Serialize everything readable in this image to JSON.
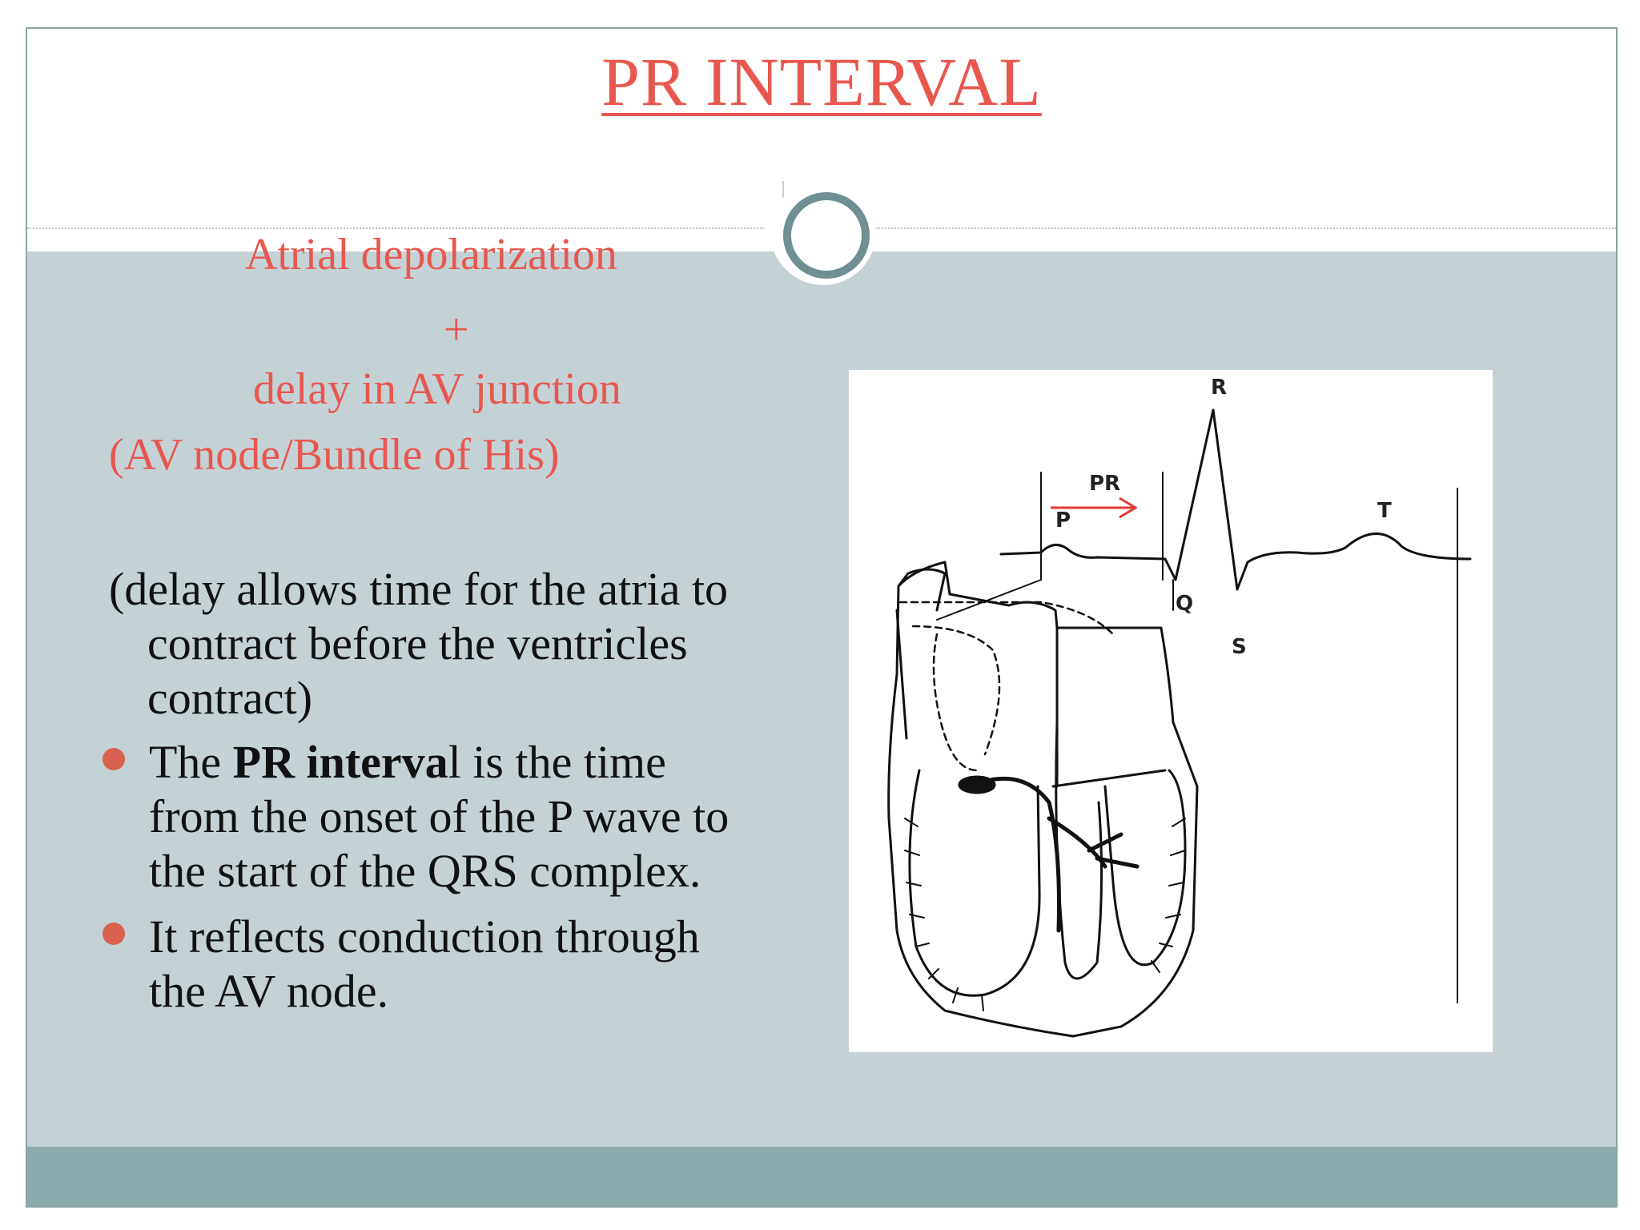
{
  "title": "PR INTERVAL",
  "definition": {
    "line1": "Atrial depolarization",
    "plus": "+",
    "line2": "delay in AV junction",
    "line3": "(AV node/Bundle of His)"
  },
  "note": {
    "line1": "(delay allows time for the atria to",
    "line2": "contract before the ventricles",
    "line3": "contract)"
  },
  "bullets": [
    {
      "prefix": "The ",
      "bold": "PR interva",
      "rest1": "l is the time",
      "line2": "from the onset of the P wave to",
      "line3": "the start of the QRS complex."
    },
    {
      "line1": "It reflects conduction through",
      "line2": "the AV node."
    }
  ],
  "figure": {
    "labels": {
      "p": "P",
      "q": "Q",
      "r": "R",
      "s": "S",
      "t": "T",
      "pr": "PR"
    }
  },
  "colors": {
    "accent": "#e8574f",
    "body_bg": "#c4d2d6",
    "footer_bg": "#8cabad",
    "ring": "#6f8f92",
    "bullet": "#d9614f"
  }
}
